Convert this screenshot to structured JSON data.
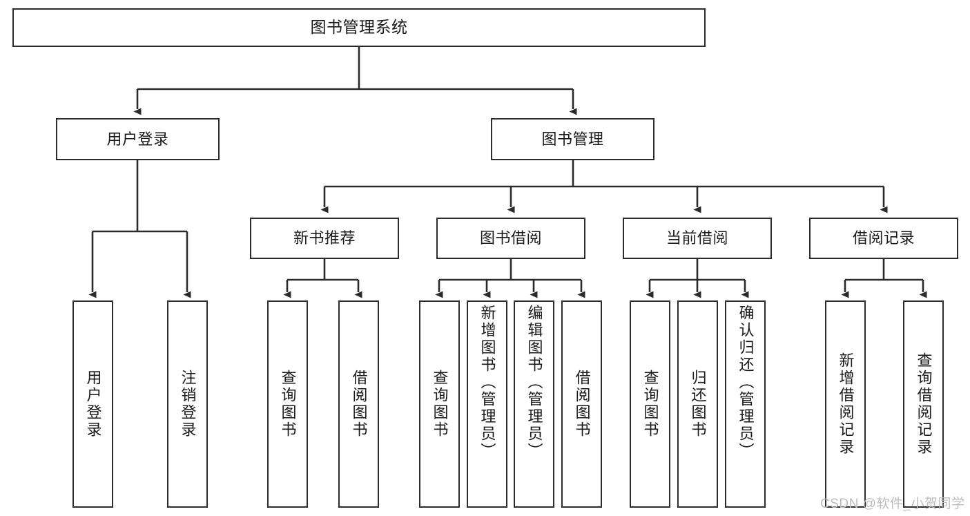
{
  "diagram": {
    "type": "tree-hierarchy",
    "title": "图书管理系统",
    "root": {
      "id": "root",
      "label": "图书管理系统"
    },
    "level2": [
      {
        "id": "user-login",
        "label": "用户登录"
      },
      {
        "id": "book-manage",
        "label": "图书管理"
      }
    ],
    "level3": [
      {
        "id": "new-book-rec",
        "label": "新书推荐",
        "parent": "book-manage"
      },
      {
        "id": "book-borrow",
        "label": "图书借阅",
        "parent": "book-manage"
      },
      {
        "id": "current-borrow",
        "label": "当前借阅",
        "parent": "book-manage"
      },
      {
        "id": "borrow-record",
        "label": "借阅记录",
        "parent": "book-manage"
      }
    ],
    "leaves": [
      {
        "id": "leaf-user-login",
        "label": "用户登录",
        "parent": "user-login"
      },
      {
        "id": "leaf-logout-login",
        "label": "注销登录",
        "parent": "user-login"
      },
      {
        "id": "leaf-query-book-1",
        "label": "查询图书",
        "parent": "new-book-rec"
      },
      {
        "id": "leaf-borrow-book-1",
        "label": "借阅图书",
        "parent": "new-book-rec"
      },
      {
        "id": "leaf-query-book-2",
        "label": "查询图书",
        "parent": "book-borrow"
      },
      {
        "id": "leaf-add-book",
        "label": "新增图书（管理员）",
        "parent": "book-borrow"
      },
      {
        "id": "leaf-edit-book",
        "label": "编辑图书（管理员）",
        "parent": "book-borrow"
      },
      {
        "id": "leaf-borrow-book-2",
        "label": "借阅图书",
        "parent": "book-borrow"
      },
      {
        "id": "leaf-query-book-3",
        "label": "查询图书",
        "parent": "current-borrow"
      },
      {
        "id": "leaf-return-book",
        "label": "归还图书",
        "parent": "current-borrow"
      },
      {
        "id": "leaf-confirm-return",
        "label": "确认归还（管理员）",
        "parent": "current-borrow"
      },
      {
        "id": "leaf-add-record",
        "label": "新增借阅记录",
        "parent": "borrow-record"
      },
      {
        "id": "leaf-query-record",
        "label": "查询借阅记录",
        "parent": "borrow-record"
      }
    ],
    "colors": {
      "background": "#ffffff",
      "box_border": "#2b2b2b",
      "box_fill": "#ffffff",
      "connector": "#2b2b2b",
      "text": "#1a1a1a",
      "watermark": "#bdbdbd"
    }
  },
  "watermark": {
    "text": "CSDN @软件_小贺同学"
  }
}
